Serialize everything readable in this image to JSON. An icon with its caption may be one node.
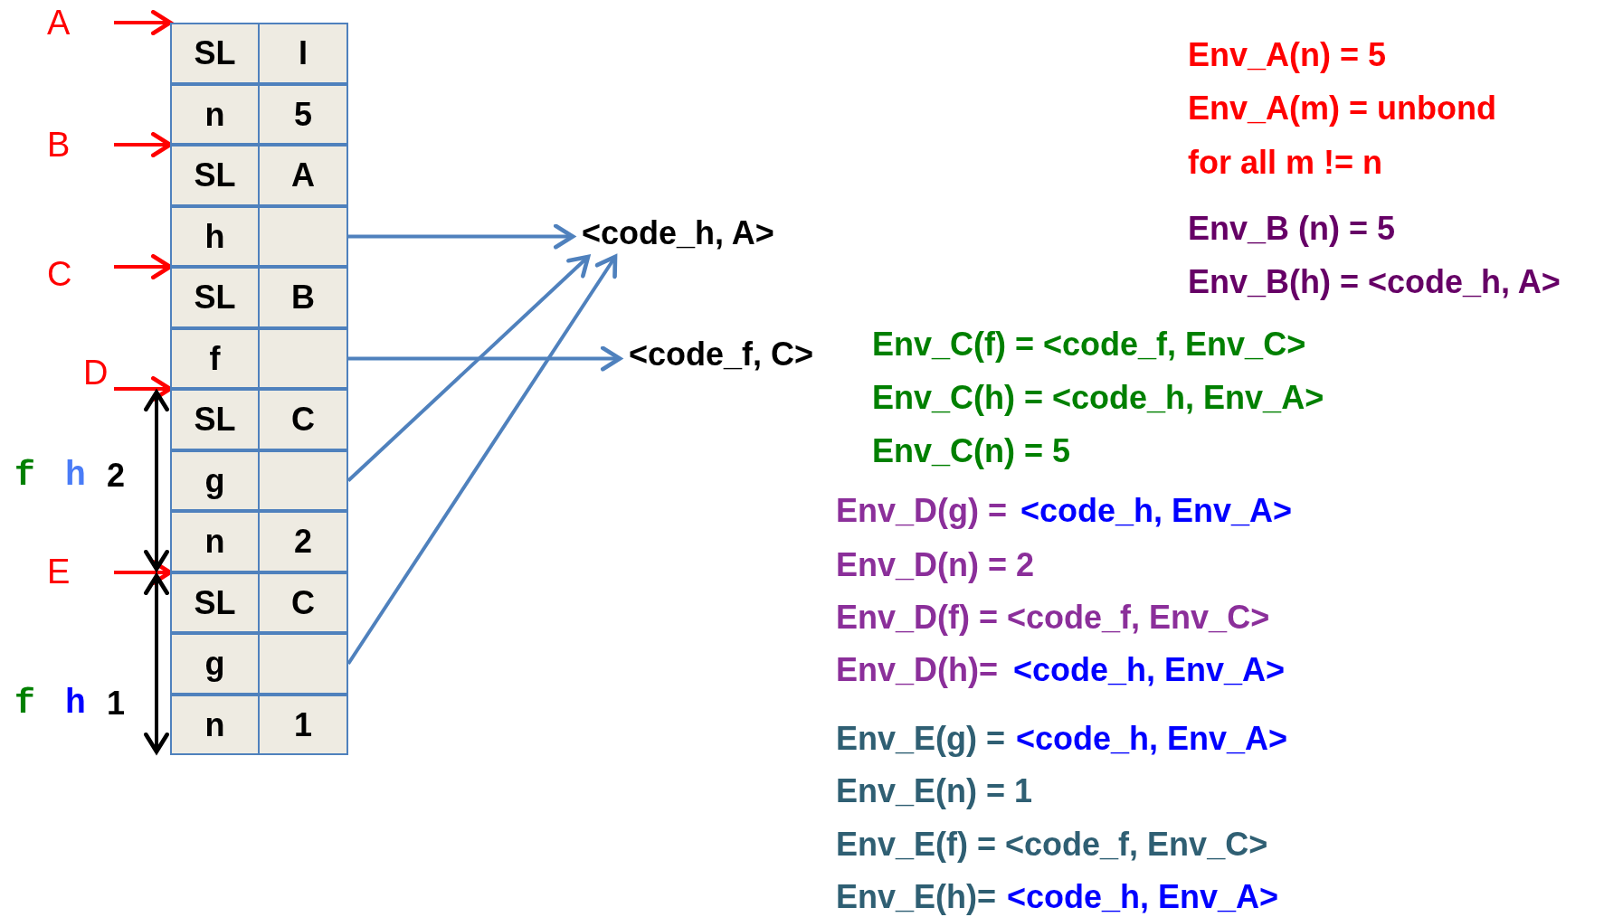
{
  "diagram": {
    "nodes": [
      {
        "text": [
          "A"
        ]
      },
      {
        "text": [
          "B"
        ]
      },
      {
        "text": [
          "C"
        ]
      },
      {
        "text": [
          "D"
        ]
      },
      {
        "text": [
          "E"
        ]
      },
      {
        "text": [
          "SL",
          "I"
        ]
      },
      {
        "text": [
          "n",
          "5"
        ]
      },
      {
        "text": [
          "SL",
          "A"
        ]
      },
      {
        "text": [
          "h"
        ]
      },
      {
        "text": [
          "SL",
          "B"
        ]
      },
      {
        "text": [
          "f"
        ]
      },
      {
        "text": [
          "SL",
          "C"
        ]
      },
      {
        "text": [
          "g"
        ]
      },
      {
        "text": [
          "n",
          "2"
        ]
      },
      {
        "text": [
          "SL",
          "C"
        ]
      },
      {
        "text": [
          "g"
        ]
      },
      {
        "text": [
          "n",
          "1"
        ]
      },
      {
        "text": [
          "<code_h, A>"
        ]
      },
      {
        "text": [
          "<code_f, C>"
        ]
      }
    ],
    "edges": [
      {
        "from": 0,
        "to": 5,
        "arrow": "to"
      },
      {
        "from": 1,
        "to": 7,
        "arrow": "to"
      },
      {
        "from": 2,
        "to": 9,
        "arrow": "to"
      },
      {
        "from": 3,
        "to": 11,
        "arrow": "to"
      },
      {
        "from": 4,
        "to": 14,
        "arrow": "to"
      },
      {
        "from": 8,
        "to": 17,
        "arrow": "to",
        "color": "#4f81bd"
      },
      {
        "from": 10,
        "to": 18,
        "arrow": "to",
        "color": "#4f81bd"
      },
      {
        "from": 12,
        "to": 17,
        "arrow": "to",
        "color": "#4f81bd"
      },
      {
        "from": 15,
        "to": 17,
        "arrow": "to",
        "color": "#4f81bd"
      },
      {
        "from": 11,
        "to": 13,
        "arrow": "both",
        "color": "#000000"
      },
      {
        "from": 14,
        "to": 16,
        "arrow": "both",
        "color": "#000000"
      }
    ],
    "labels": [
      "f",
      "h",
      "2",
      "f",
      "h",
      "1",
      "Env_A(n) = 5",
      "Env_A(m) = unbond",
      "for all m != n",
      "Env_B (n) = 5",
      "Env_B(h) = <code_h, A>",
      "Env_C(f) = <code_f, Env_C>",
      "Env_C(h) = <code_h, Env_A>",
      "Env_C(n) = 5",
      "Env_D(g) =",
      "<code_h, Env_A>",
      "Env_D(n) = 2",
      "Env_D(f) = <code_f, Env_C>",
      "Env_D(h)=",
      "<code_h, Env_A>",
      "Env_E(g) =",
      "<code_h, Env_A>",
      "Env_E(n) = 1",
      "Env_E(f) = <code_f, Env_C>",
      "Env_E(h)=",
      "<code_h, Env_A>"
    ]
  }
}
